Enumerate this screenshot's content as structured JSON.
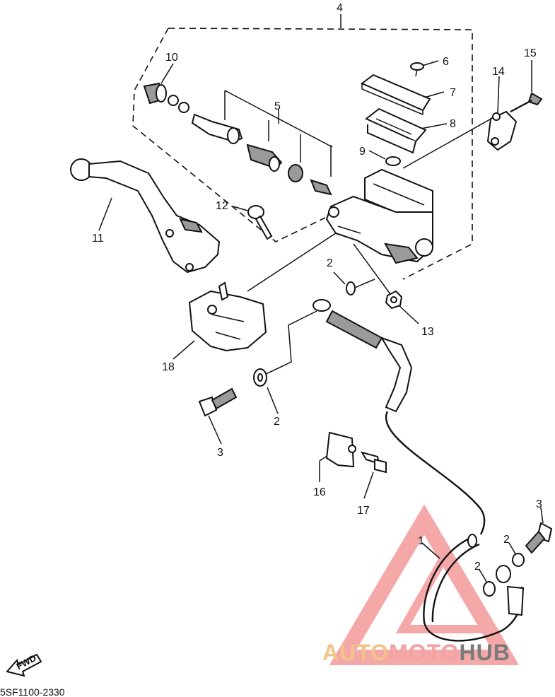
{
  "diagram_code": "5SF1100-2330",
  "fwd_label": "FWD",
  "watermark": {
    "part1": "AUTO",
    "part2": "MOTO",
    "part3": "HUB"
  },
  "callouts": [
    {
      "id": "c1",
      "label": "1"
    },
    {
      "id": "c2a",
      "label": "2"
    },
    {
      "id": "c2b",
      "label": "2"
    },
    {
      "id": "c2c",
      "label": "2"
    },
    {
      "id": "c2d",
      "label": "2"
    },
    {
      "id": "c3a",
      "label": "3"
    },
    {
      "id": "c3b",
      "label": "3"
    },
    {
      "id": "c4",
      "label": "4"
    },
    {
      "id": "c5",
      "label": "5"
    },
    {
      "id": "c6",
      "label": "6"
    },
    {
      "id": "c7",
      "label": "7"
    },
    {
      "id": "c8",
      "label": "8"
    },
    {
      "id": "c9",
      "label": "9"
    },
    {
      "id": "c10",
      "label": "10"
    },
    {
      "id": "c11",
      "label": "11"
    },
    {
      "id": "c12",
      "label": "12"
    },
    {
      "id": "c13",
      "label": "13"
    },
    {
      "id": "c14",
      "label": "14"
    },
    {
      "id": "c15",
      "label": "15"
    },
    {
      "id": "c16",
      "label": "16"
    },
    {
      "id": "c17",
      "label": "17"
    },
    {
      "id": "c18",
      "label": "18"
    }
  ],
  "colors": {
    "ink": "#111111",
    "watermark_red": "#f28b8b",
    "watermark_orange": "#f3c48a",
    "watermark_gray": "#7a7a7a"
  }
}
